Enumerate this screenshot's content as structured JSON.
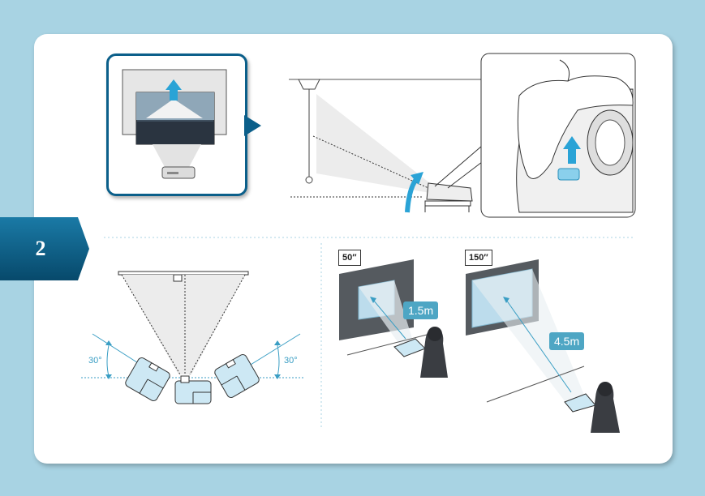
{
  "step": {
    "number": "2"
  },
  "angles": {
    "left": "30°",
    "right": "30°"
  },
  "sizes": {
    "small": {
      "label": "50″",
      "distance": "1.5m"
    },
    "large": {
      "label": "150″",
      "distance": "4.5m"
    }
  },
  "colors": {
    "tab": "#0b5f8a",
    "accent": "#3a9ec4",
    "background": "#a8d3e3"
  }
}
